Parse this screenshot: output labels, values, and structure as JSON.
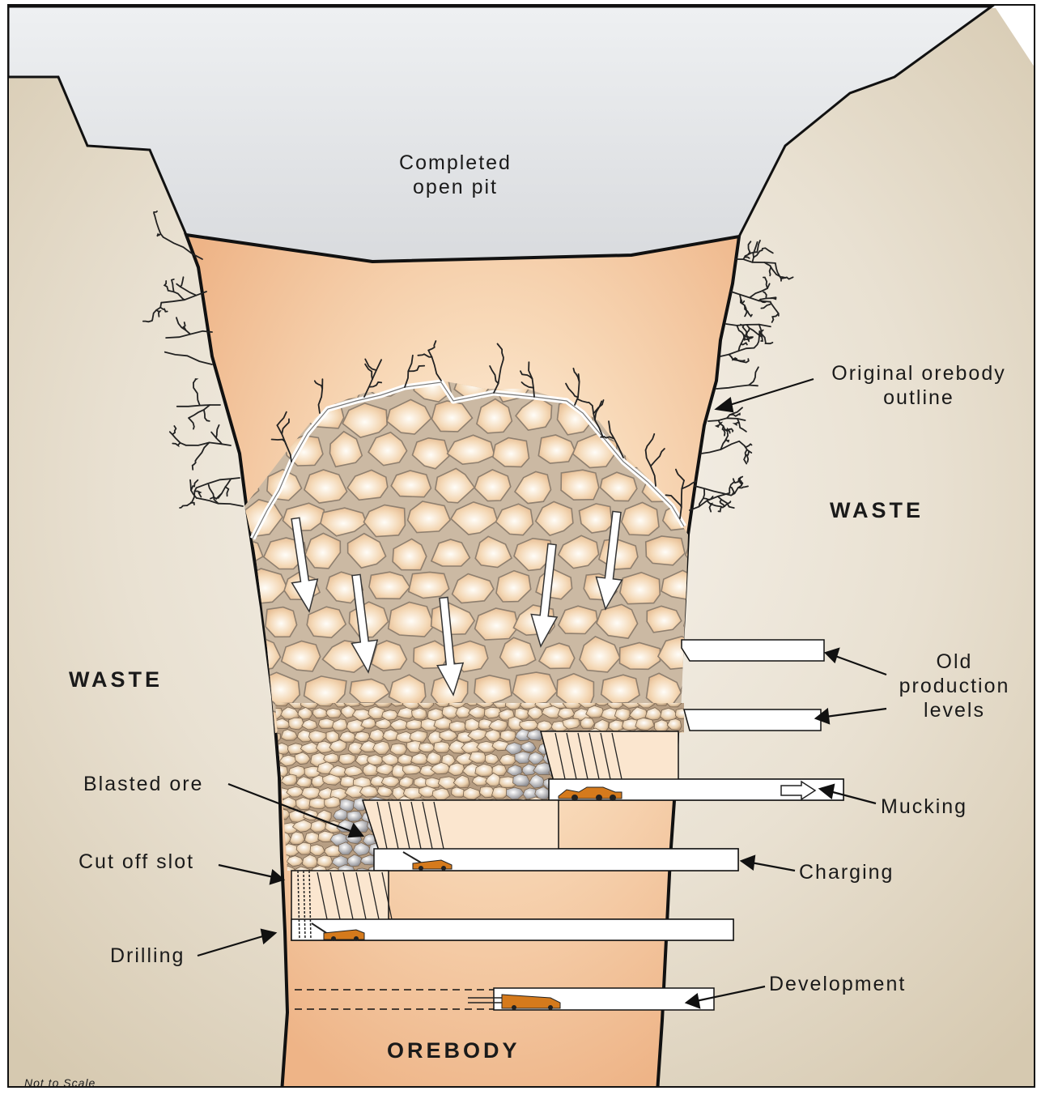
{
  "labels": {
    "open_pit": [
      "Completed",
      "open pit"
    ],
    "waste_right": "WASTE",
    "waste_left": "WASTE",
    "original_outline": [
      "Original orebody",
      "outline"
    ],
    "old_levels": [
      "Old",
      "production",
      "levels"
    ],
    "blasted_ore": "Blasted ore",
    "mucking": "Mucking",
    "cut_off_slot": "Cut off slot",
    "charging": "Charging",
    "drilling": "Drilling",
    "development": "Development",
    "orebody": "OREBODY",
    "not_to_scale": "Not to Scale"
  },
  "colors": {
    "waste": "#e6ddcd",
    "orebody": "#f3c49c",
    "orebody_glow": "#fff6e6",
    "open_pit": "#e3e5e8",
    "rock": "#f2d2ae",
    "rock_edge": "#8e7f6f",
    "equipment": "#d57a1c",
    "drift": "#ffffff"
  }
}
